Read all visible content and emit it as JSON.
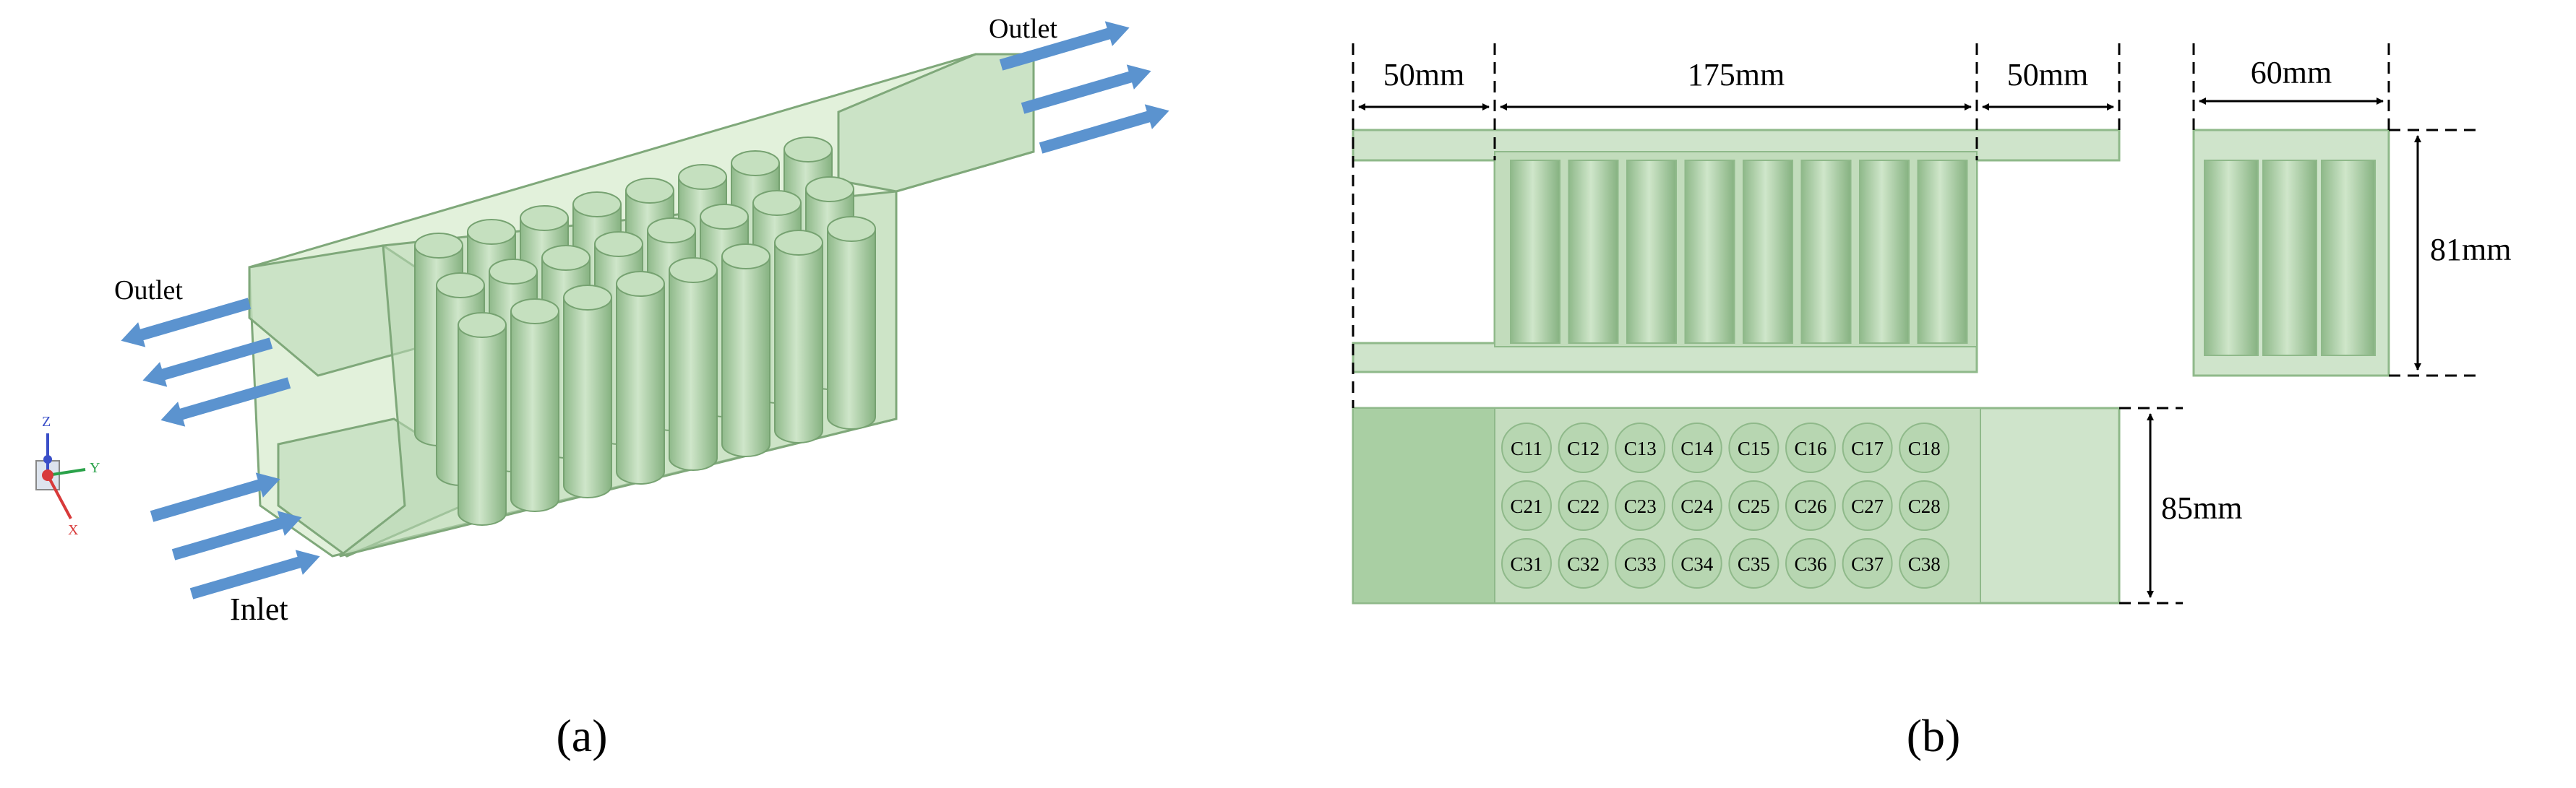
{
  "colors": {
    "box_fill": "#cfe4cb",
    "box_stroke": "#7fa87a",
    "cell_fill": "#b7d6b1",
    "cell_dark": "#8fb98a",
    "arrow": "#5b93cf",
    "dash": "#000000"
  },
  "panel_a": {
    "caption": "(a)",
    "outlet_top_label": "Outlet",
    "outlet_left_label": "Outlet",
    "inlet_label": "Inlet",
    "axes_icon": {
      "z": "Z",
      "y": "Y",
      "x": "X"
    }
  },
  "panel_b": {
    "caption": "(b)",
    "dims": {
      "left_plenum": "50mm",
      "cell_span": "175mm",
      "right_plenum": "50mm",
      "width": "60mm",
      "height": "81mm",
      "depth": "85mm"
    },
    "cell_rows": [
      [
        "C11",
        "C12",
        "C13",
        "C14",
        "C15",
        "C16",
        "C17",
        "C18"
      ],
      [
        "C21",
        "C22",
        "C23",
        "C24",
        "C25",
        "C26",
        "C27",
        "C28"
      ],
      [
        "C31",
        "C32",
        "C33",
        "C34",
        "C35",
        "C36",
        "C37",
        "C38"
      ]
    ]
  }
}
